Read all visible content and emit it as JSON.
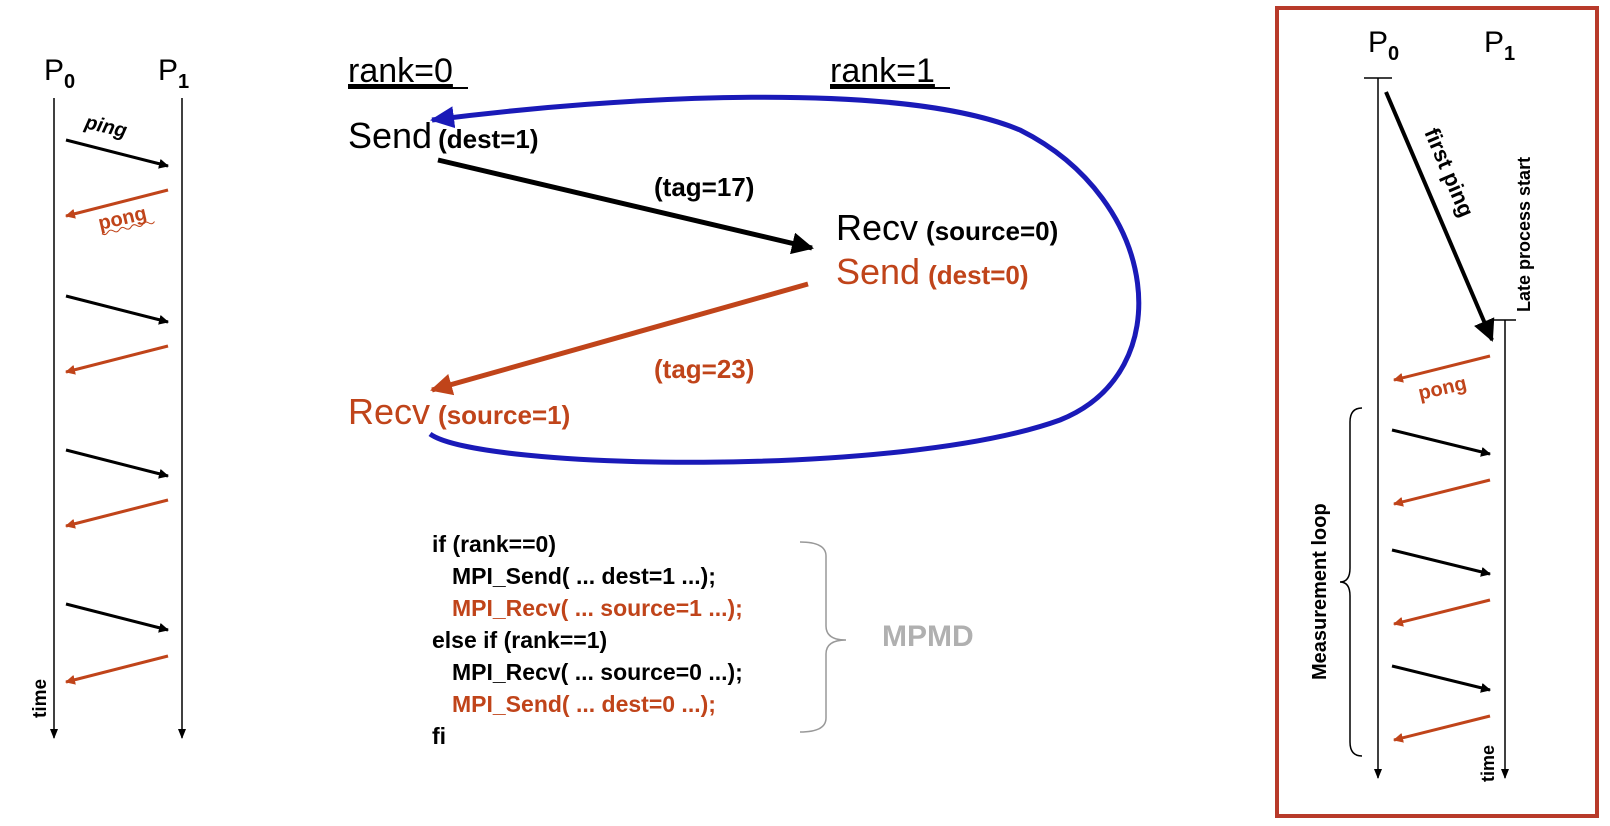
{
  "colors": {
    "black": "#000000",
    "red": "#c0441a",
    "blue": "#1a1ab8",
    "gray": "#b0b0b0",
    "frame": "#b83a2a"
  },
  "left": {
    "p0_base": "P",
    "p0_sub": "0",
    "p1_base": "P",
    "p1_sub": "1",
    "ping": "ping",
    "pong": "pong",
    "time": "time"
  },
  "middle": {
    "rank0": "rank=0",
    "rank1": "rank=1",
    "send0": "Send",
    "send0_arg": "(dest=1)",
    "tag17": "(tag=17)",
    "recv1": "Recv",
    "recv1_arg": "(source=0)",
    "send1": "Send",
    "send1_arg": "(dest=0)",
    "tag23": "(tag=23)",
    "recv0": "Recv",
    "recv0_arg": "(source=1)"
  },
  "code": {
    "lines": [
      "if (rank==0)",
      "MPI_Send( ... dest=1 ...);",
      "MPI_Recv( ... source=1 ...);",
      "else if (rank==1)",
      "MPI_Recv( ... source=0 ...);",
      "MPI_Send( ... dest=0 ...);",
      "fi"
    ],
    "mpmd": "MPMD"
  },
  "right": {
    "p0_base": "P",
    "p0_sub": "0",
    "p1_base": "P",
    "p1_sub": "1",
    "first_ping": "first ping",
    "late_start": "Late process start",
    "pong": "pong",
    "measurement_loop": "Measurement loop",
    "time": "time"
  }
}
